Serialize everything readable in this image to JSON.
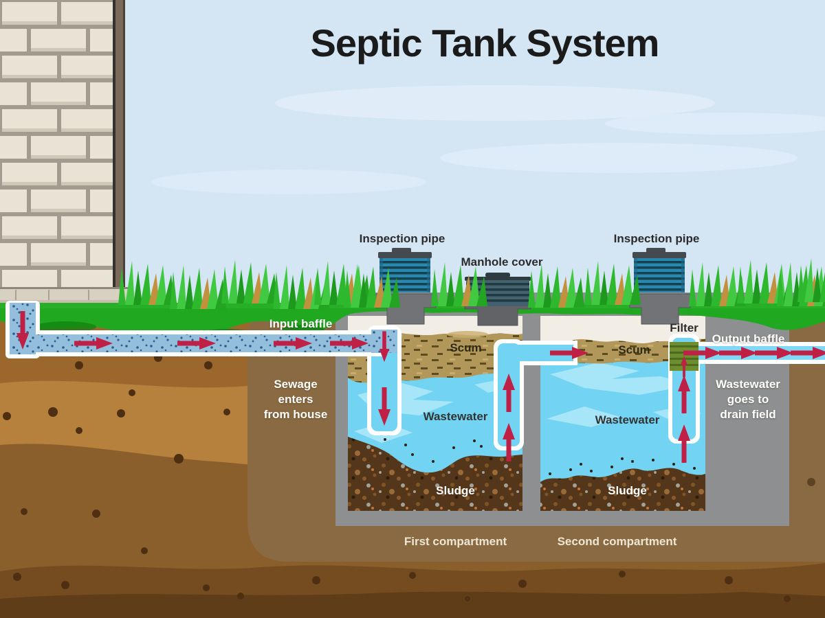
{
  "title": "Septic Tank System",
  "labels": {
    "inspection_pipe_left": "Inspection pipe",
    "manhole_cover": "Manhole cover",
    "inspection_pipe_right": "Inspection pipe",
    "input_baffle": "Input baffle",
    "scum_first": "Scum",
    "scum_second": "Scum",
    "filter": "Filter",
    "output_baffle": "Output baffle",
    "wastewater_first": "Wastewater",
    "wastewater_second": "Wastewater",
    "sludge_first": "Sludge",
    "sludge_second": "Sludge",
    "sewage_enters": "Sewage\nenters\nfrom house",
    "drain_field": "Wastewater\ngoes to\ndrain field",
    "first_compartment": "First compartment",
    "second_compartment": "Second compartment"
  },
  "colors": {
    "sky": "#d4e5f4",
    "title_text": "#1b1b1b",
    "grass": "#21a821",
    "soil_top": "#9c672c",
    "soil_light_band": "#b5813d",
    "soil_dark_band": "#8a5f2b",
    "soil_bottom": "#5e3d18",
    "excavation_fill": "#8a6a42",
    "tank_concrete": "#8d8f90",
    "headspace": "#f2eee5",
    "scum": "#b1975a",
    "wastewater": "#72d4f2",
    "sludge": "#54361b",
    "sewage_pipe_fill": "#93bfdd",
    "clean_water": "#7fd9f4",
    "flow_arrow": "#bf2045",
    "inspection_pipe_blue": "#2a88ae",
    "filter_green": "#6d8d2e",
    "brick": "#e9e3d5",
    "label_dark": "#2b2b2b",
    "label_light": "#ffffff"
  }
}
